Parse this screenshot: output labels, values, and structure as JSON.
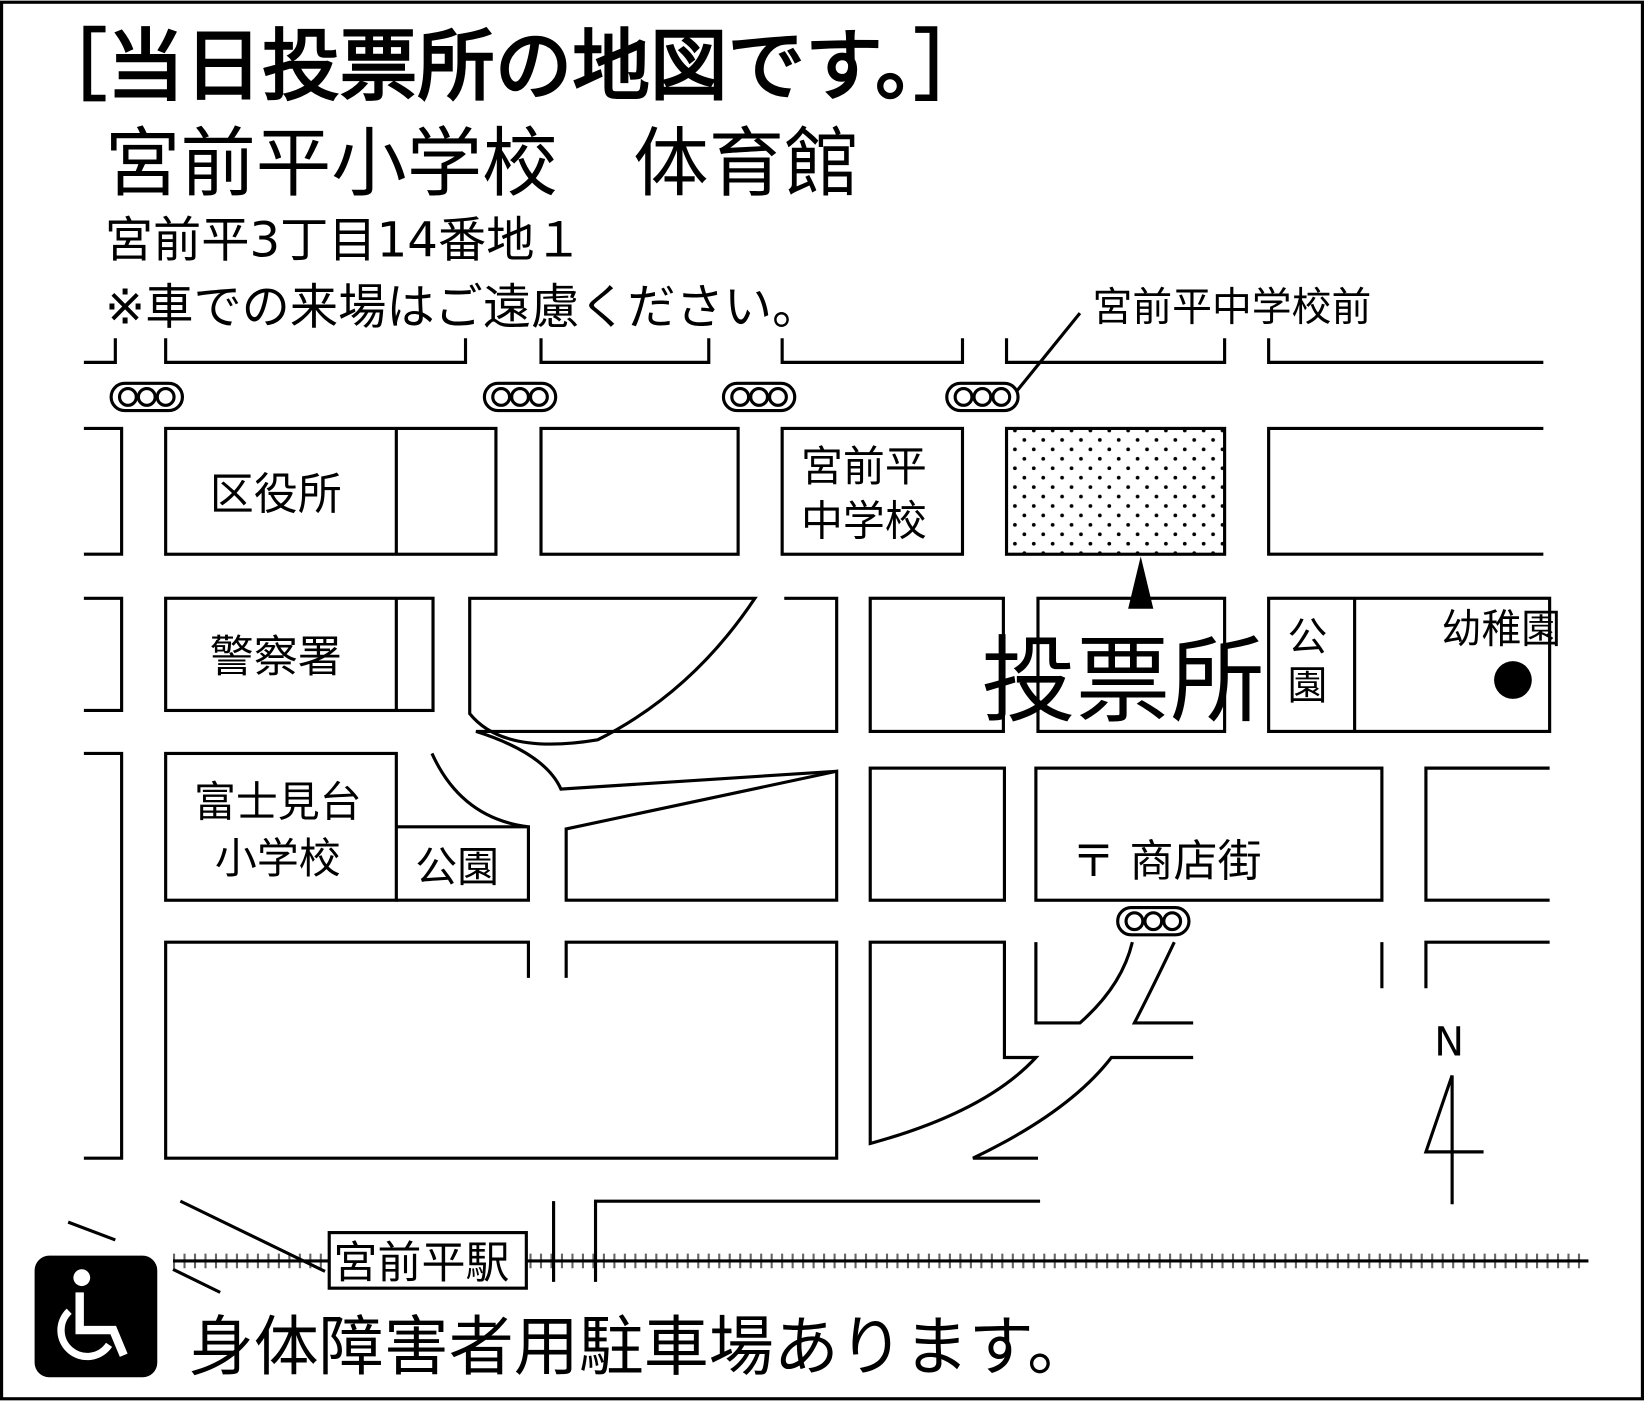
{
  "title": "［当日投票所の地図です。］",
  "venue": "宮前平小学校　体育館",
  "address": "宮前平3丁目14番地１",
  "notice": "※車での来場はご遠慮ください。",
  "labels": {
    "bus_stop": "宮前平中学校前",
    "ward_office": "区役所",
    "junior_high_1": "宮前平",
    "junior_high_2": "中学校",
    "police": "警察署",
    "polling_place": "投票所",
    "park_vertical_1": "公",
    "park_vertical_2": "園",
    "kindergarten": "幼稚園",
    "fujimidai_1": "富士見台",
    "fujimidai_2": "小学校",
    "park": "公園",
    "shopping_street": "〒 商店街",
    "north": "N",
    "station": "宮前平駅"
  },
  "accessibility_note": "身体障害者用駐車場あります。",
  "colors": {
    "ink": "#000000",
    "background": "#ffffff"
  }
}
